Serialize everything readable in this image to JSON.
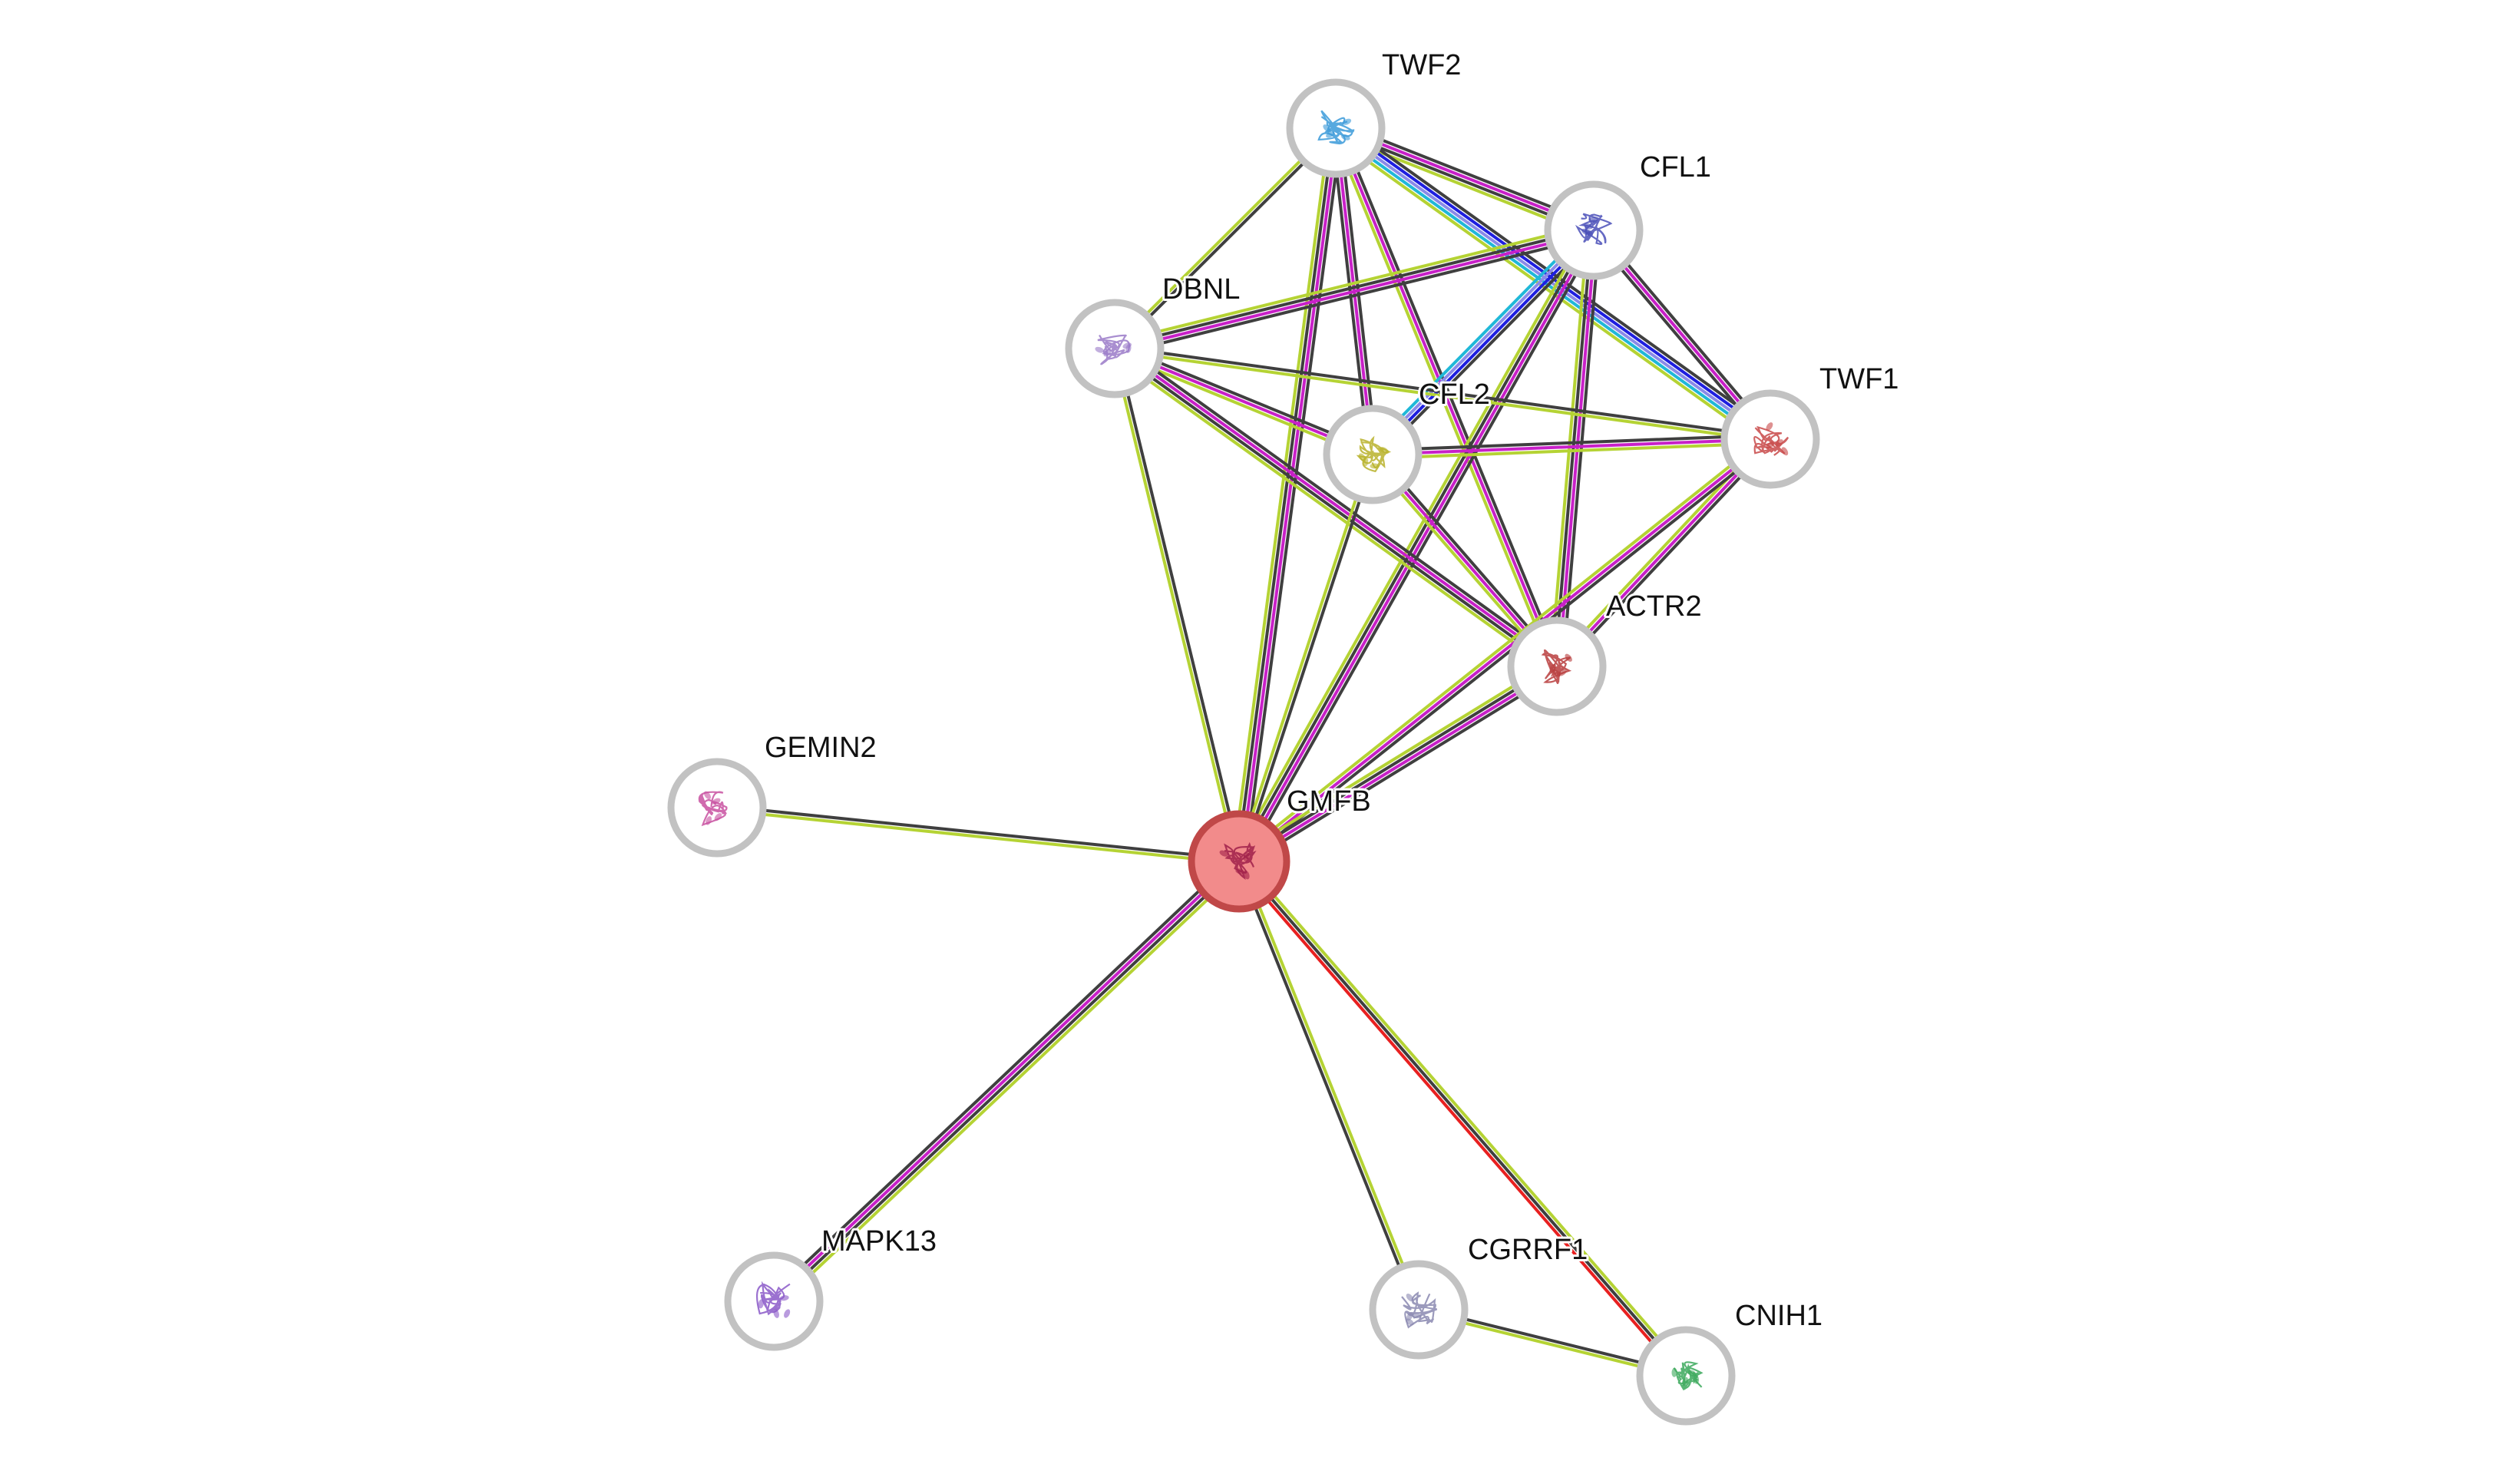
{
  "diagram": {
    "type": "protein-interaction-network",
    "query_node": "GMFB",
    "nodes": [
      {
        "id": "TWF2",
        "label": "TWF2",
        "structure_color": "#3a9ad9"
      },
      {
        "id": "CFL1",
        "label": "CFL1",
        "structure_color": "#4a4fb8"
      },
      {
        "id": "DBNL",
        "label": "DBNL",
        "structure_color": "#9a7ac8"
      },
      {
        "id": "CFL2",
        "label": "CFL2",
        "structure_color": "#b8b22a"
      },
      {
        "id": "TWF1",
        "label": "TWF1",
        "structure_color": "#c84848"
      },
      {
        "id": "ACTR2",
        "label": "ACTR2",
        "structure_color": "#b83c3c"
      },
      {
        "id": "GEMIN2",
        "label": "GEMIN2",
        "structure_color": "#c850a0"
      },
      {
        "id": "GMFB",
        "label": "GMFB",
        "structure_color": "#a0204a",
        "query": true
      },
      {
        "id": "MAPK13",
        "label": "MAPK13",
        "structure_color": "#8a58c8"
      },
      {
        "id": "CGRRF1",
        "label": "CGRRF1",
        "structure_color": "#8a88b0"
      },
      {
        "id": "CNIH1",
        "label": "CNIH1",
        "structure_color": "#3aa85a"
      }
    ],
    "edges": [
      {
        "source": "TWF2",
        "target": "CFL1",
        "colors": [
          "#3f3f3f",
          "#c820c8",
          "#3f3f3f",
          "#b5d334"
        ]
      },
      {
        "source": "TWF2",
        "target": "TWF1",
        "colors": [
          "#3f3f3f",
          "#1f1fe0",
          "#8a8ae8",
          "#20b8d8",
          "#b5d334"
        ]
      },
      {
        "source": "TWF2",
        "target": "DBNL",
        "colors": [
          "#3f3f3f",
          "#b5d334"
        ]
      },
      {
        "source": "TWF2",
        "target": "CFL2",
        "colors": [
          "#3f3f3f",
          "#c820c8",
          "#3f3f3f"
        ]
      },
      {
        "source": "TWF2",
        "target": "ACTR2",
        "colors": [
          "#3f3f3f",
          "#c820c8",
          "#b5d334"
        ]
      },
      {
        "source": "TWF2",
        "target": "GMFB",
        "colors": [
          "#3f3f3f",
          "#c820c8",
          "#3f3f3f",
          "#b5d334"
        ]
      },
      {
        "source": "CFL1",
        "target": "DBNL",
        "colors": [
          "#3f3f3f",
          "#c820c8",
          "#3f3f3f",
          "#b5d334"
        ]
      },
      {
        "source": "CFL1",
        "target": "CFL2",
        "colors": [
          "#3f3f3f",
          "#1f1fe0",
          "#8a8ae8",
          "#20b8d8"
        ]
      },
      {
        "source": "CFL1",
        "target": "TWF1",
        "colors": [
          "#3f3f3f",
          "#c820c8",
          "#3f3f3f"
        ]
      },
      {
        "source": "CFL1",
        "target": "ACTR2",
        "colors": [
          "#3f3f3f",
          "#c820c8",
          "#3f3f3f",
          "#b5d334"
        ]
      },
      {
        "source": "CFL1",
        "target": "GMFB",
        "colors": [
          "#3f3f3f",
          "#c820c8",
          "#3f3f3f",
          "#b5d334"
        ]
      },
      {
        "source": "DBNL",
        "target": "CFL2",
        "colors": [
          "#3f3f3f",
          "#c820c8",
          "#b5d334"
        ]
      },
      {
        "source": "DBNL",
        "target": "TWF1",
        "colors": [
          "#3f3f3f",
          "#b5d334"
        ]
      },
      {
        "source": "DBNL",
        "target": "ACTR2",
        "colors": [
          "#3f3f3f",
          "#c820c8",
          "#3f3f3f",
          "#b5d334"
        ]
      },
      {
        "source": "DBNL",
        "target": "GMFB",
        "colors": [
          "#3f3f3f",
          "#b5d334"
        ]
      },
      {
        "source": "CFL2",
        "target": "TWF1",
        "colors": [
          "#3f3f3f",
          "#c820c8",
          "#b5d334"
        ]
      },
      {
        "source": "CFL2",
        "target": "ACTR2",
        "colors": [
          "#3f3f3f",
          "#c820c8",
          "#b5d334"
        ]
      },
      {
        "source": "CFL2",
        "target": "GMFB",
        "colors": [
          "#3f3f3f",
          "#b5d334"
        ]
      },
      {
        "source": "TWF1",
        "target": "ACTR2",
        "colors": [
          "#3f3f3f",
          "#c820c8",
          "#b5d334"
        ]
      },
      {
        "source": "TWF1",
        "target": "GMFB",
        "colors": [
          "#3f3f3f",
          "#c820c8",
          "#b5d334"
        ]
      },
      {
        "source": "ACTR2",
        "target": "GMFB",
        "colors": [
          "#3f3f3f",
          "#c820c8",
          "#3f3f3f",
          "#b5d334"
        ]
      },
      {
        "source": "GEMIN2",
        "target": "GMFB",
        "colors": [
          "#3f3f3f",
          "#b5d334"
        ]
      },
      {
        "source": "MAPK13",
        "target": "GMFB",
        "colors": [
          "#3f3f3f",
          "#c820c8",
          "#3f3f3f",
          "#b5d334"
        ]
      },
      {
        "source": "CGRRF1",
        "target": "GMFB",
        "colors": [
          "#3f3f3f",
          "#b5d334"
        ]
      },
      {
        "source": "CNIH1",
        "target": "GMFB",
        "colors": [
          "#e82020",
          "#3f3f3f",
          "#b5d334"
        ]
      },
      {
        "source": "CGRRF1",
        "target": "CNIH1",
        "colors": [
          "#3f3f3f",
          "#b5d334"
        ]
      }
    ]
  },
  "style": {
    "node_fill": "#ffffff",
    "node_ring": "#c2c2c2",
    "query_fill": "#f28b8b",
    "query_ring": "#c04848",
    "label_color": "#111111"
  }
}
